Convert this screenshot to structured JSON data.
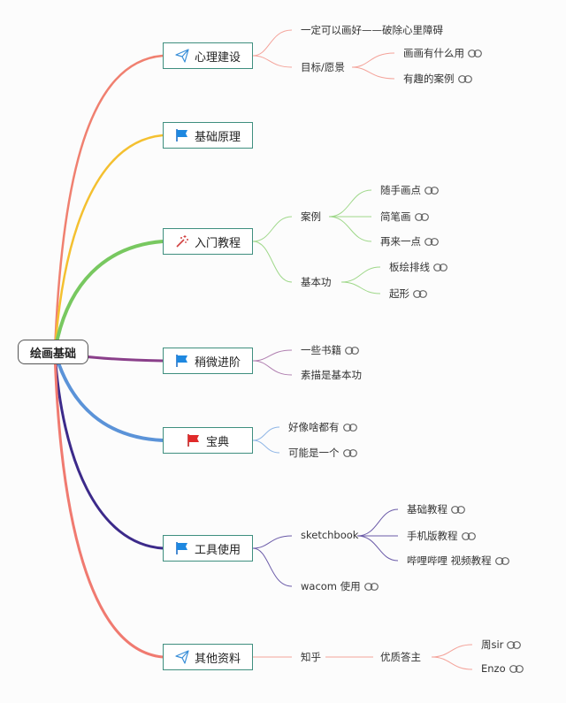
{
  "root": "绘画基础",
  "branches": [
    {
      "label": "心理建设",
      "icon": "send-icon",
      "color": "#f08070"
    },
    {
      "label": "基础原理",
      "icon": "flag-blue-icon",
      "color": "#f4c030"
    },
    {
      "label": "入门教程",
      "icon": "magic-wand-icon",
      "color": "#78c860"
    },
    {
      "label": "稍微进阶",
      "icon": "flag-blue-icon",
      "color": "#8a3f8a"
    },
    {
      "label": "宝典",
      "icon": "flag-red-icon",
      "color": "#5b93d8"
    },
    {
      "label": "工具使用",
      "icon": "flag-blue-icon",
      "color": "#3c2a8a"
    },
    {
      "label": "其他资料",
      "icon": "send-icon",
      "color": "#f07a70"
    }
  ],
  "leaves": {
    "xl_1": "一定可以画好——破除心里障碍",
    "xl_2": "目标/愿景",
    "xl_2_1": "画画有什么用",
    "xl_2_2": "有趣的案例",
    "rm_1": "案例",
    "rm_1_1": "随手画点",
    "rm_1_2": "简笔画",
    "rm_1_3": "再来一点",
    "rm_2": "基本功",
    "rm_2_1": "板绘排线",
    "rm_2_2": "起形",
    "jj_1": "一些书籍",
    "jj_2": "素描是基本功",
    "bd_1": "好像啥都有",
    "bd_2": "可能是一个",
    "gj_1": "sketchbook",
    "gj_1_1": "基础教程",
    "gj_1_2": "手机版教程",
    "gj_1_3": "哔哩哔哩 视频教程",
    "gj_2": "wacom 使用",
    "qt_1": "知乎",
    "qt_1_1": "优质答主",
    "qt_1_1_1": "周sir",
    "qt_1_1_2": "Enzo"
  }
}
